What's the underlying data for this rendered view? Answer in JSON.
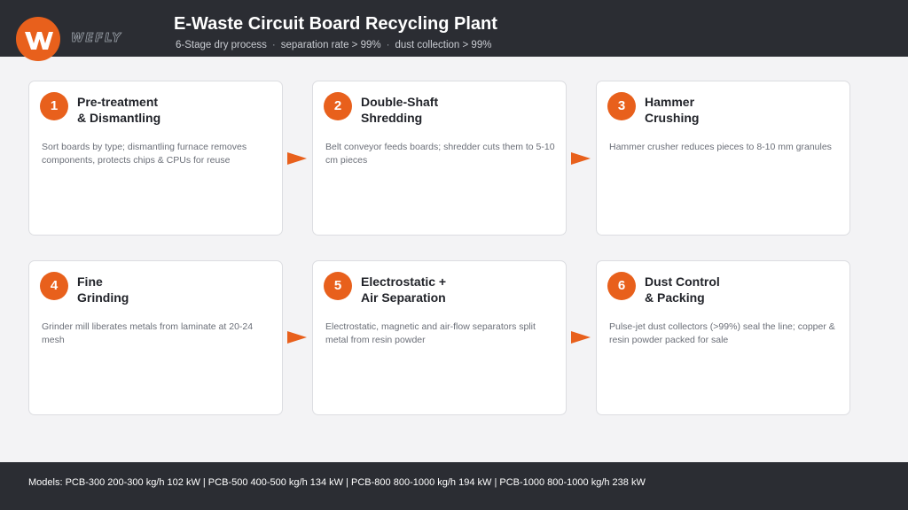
{
  "header": {
    "title": "E-Waste Circuit Board Recycling Plant",
    "subtitle_parts": [
      "6-Stage dry process",
      "separation rate > 99%",
      "dust collection > 99%"
    ],
    "separator": "·",
    "brand_wordmark": "WEFLY",
    "logo_icon": "wefly-logo-icon"
  },
  "accent_color": "#e8601c",
  "stages": [
    {
      "number": "1",
      "title_line1": "Pre-treatment",
      "title_line2": "& Dismantling",
      "description": "Sort boards by type; dismantling furnace removes components, protects chips & CPUs for reuse"
    },
    {
      "number": "2",
      "title_line1": "Double-Shaft",
      "title_line2": "Shredding",
      "description": "Belt conveyor feeds boards; shredder cuts them to 5-10 cm pieces"
    },
    {
      "number": "3",
      "title_line1": "Hammer",
      "title_line2": "Crushing",
      "description": "Hammer crusher reduces pieces to 8-10 mm granules"
    },
    {
      "number": "4",
      "title_line1": "Fine",
      "title_line2": "Grinding",
      "description": "Grinder mill liberates metals from laminate at 20-24 mesh"
    },
    {
      "number": "5",
      "title_line1": "Electrostatic +",
      "title_line2": "Air Separation",
      "description": "Electrostatic, magnetic and air-flow separators split metal from resin powder"
    },
    {
      "number": "6",
      "title_line1": "Dust Control",
      "title_line2": "& Packing",
      "description": "Pulse-jet dust collectors (>99%) seal the line; copper & resin powder packed for sale"
    }
  ],
  "footer": {
    "models_text": "Models:  PCB-300  200-300 kg/h 102 kW  |  PCB-500  400-500 kg/h 134 kW  |  PCB-800  800-1000 kg/h 194 kW  |  PCB-1000  800-1000 kg/h 238 kW"
  }
}
